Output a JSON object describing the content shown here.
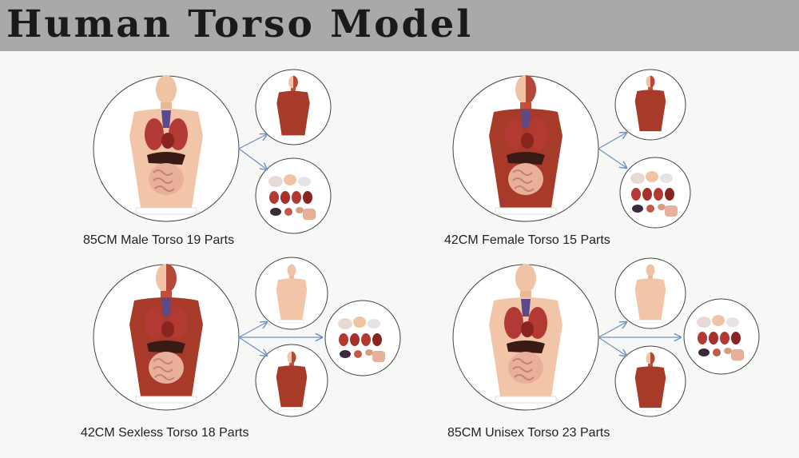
{
  "page": {
    "title": "Human Torso Model"
  },
  "products": [
    {
      "caption": "85CM Male Torso 19 Parts"
    },
    {
      "caption": "42CM Female Torso 15 Parts"
    },
    {
      "caption": "42CM Sexless Torso 18 Parts"
    },
    {
      "caption": "85CM Unisex Torso 23 Parts"
    }
  ],
  "colors": {
    "banner": "#a9a9a7",
    "background": "#f7f7f5",
    "arrow": "#6f8fc4",
    "skin": "#f1c3a6",
    "muscle": "#a83a2a",
    "organ_dark": "#7a1f18"
  }
}
